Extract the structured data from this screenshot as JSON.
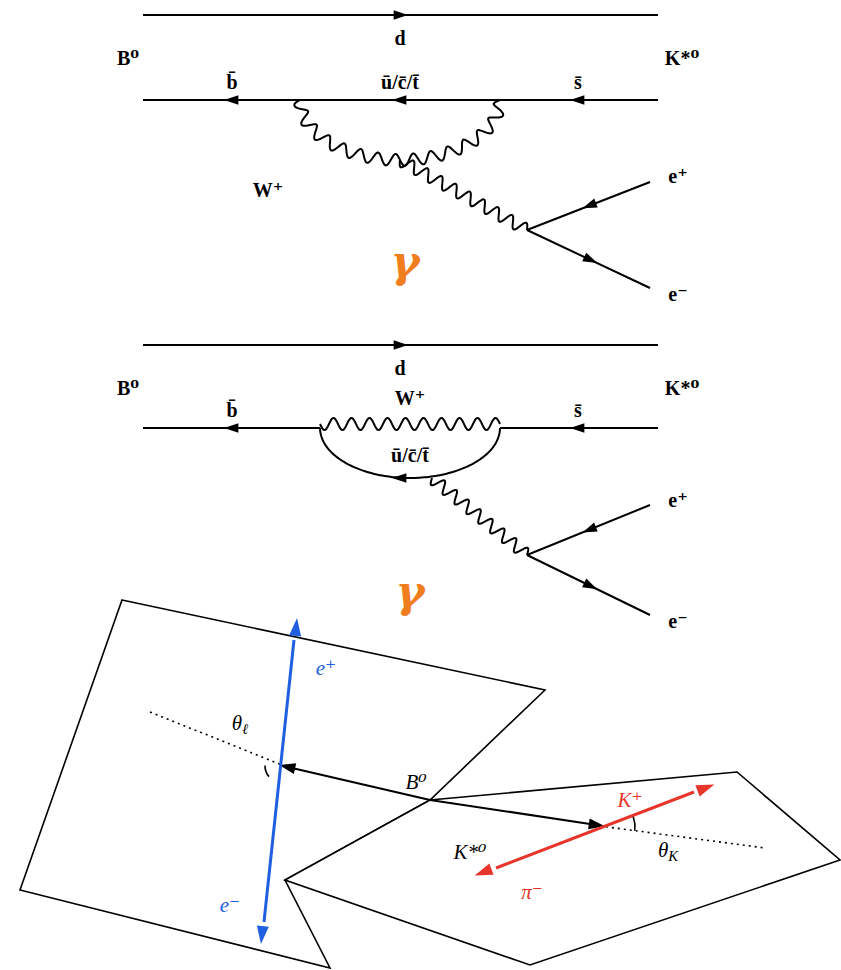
{
  "diagram": {
    "labels": [
      "d",
      "B⁰",
      "K*⁰",
      "b̄",
      "ū/c̄/t̄",
      "s̄",
      "W⁺",
      "e⁺",
      "γ",
      "e⁻",
      "d",
      "B⁰",
      "K*⁰",
      "W⁺",
      "b̄",
      "s̄",
      "ū/c̄/t̄",
      "e⁺",
      "γ",
      "e⁻",
      "e⁺",
      "θℓ",
      "B⁰",
      "e⁻",
      "K⁺",
      "K*⁰",
      "θK",
      "π⁻"
    ]
  }
}
